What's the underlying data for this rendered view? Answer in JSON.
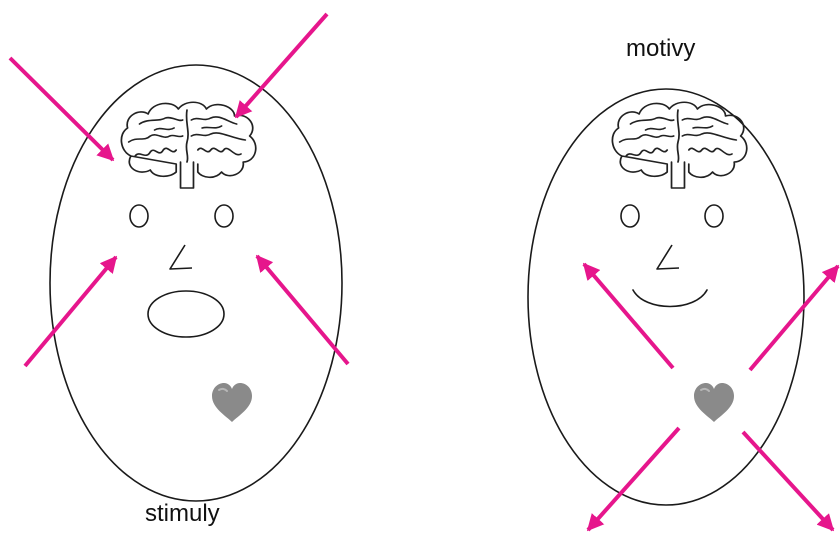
{
  "left": {
    "label": "stimuly",
    "mouth": "open",
    "arrow_direction": "inward"
  },
  "right": {
    "label": "motivy",
    "mouth": "smile",
    "arrow_direction": "outward"
  },
  "colors": {
    "arrow": "#e6168c",
    "heart": "#8a8a8a",
    "outline": "#1a1a1a"
  },
  "icons": {
    "brain": "brain-icon",
    "heart": "heart-icon"
  }
}
